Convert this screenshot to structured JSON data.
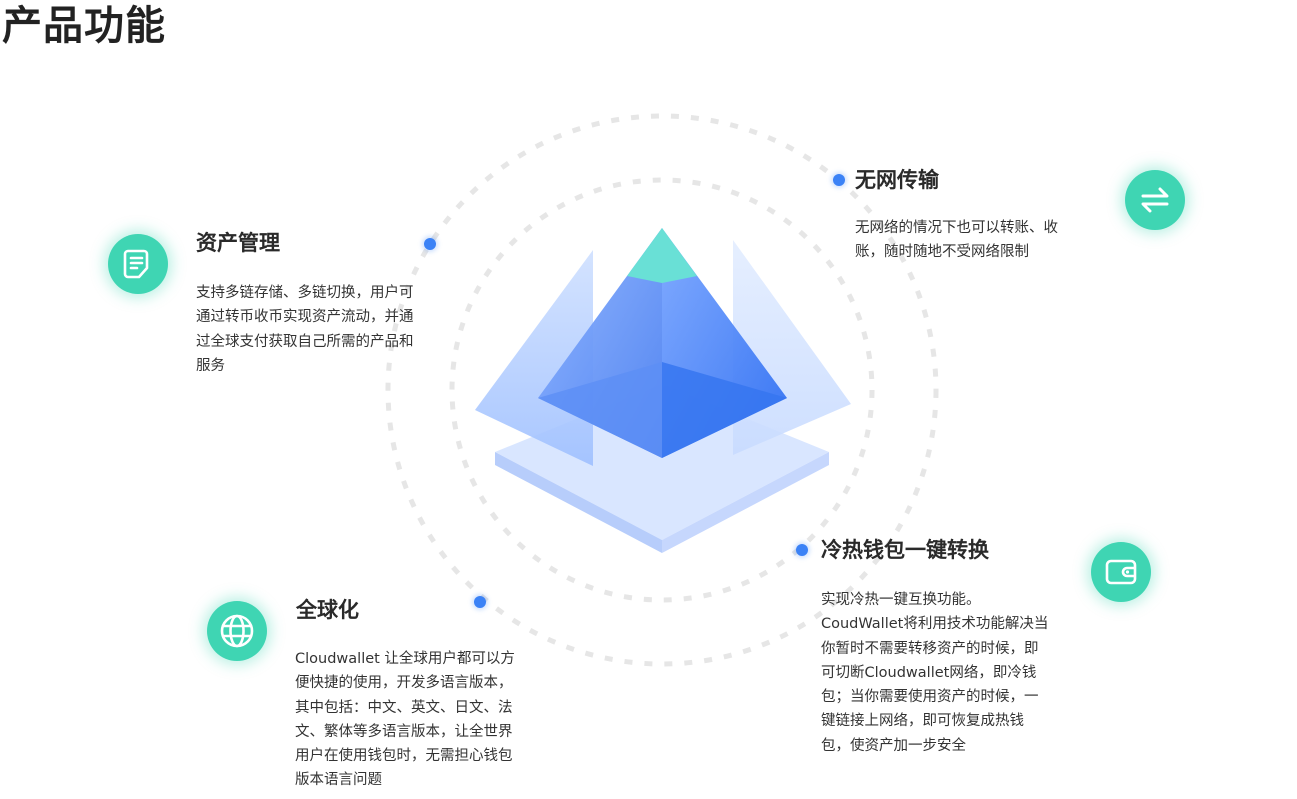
{
  "page": {
    "title": "产品功能"
  },
  "features": [
    {
      "title": "资产管理",
      "icon": "document-icon",
      "desc_lines": [
        "支持多链存储、多链切换，用户可",
        "通过转币收币实现资产流动，并通",
        "过全球支付获取自己所需的产品和",
        "服务"
      ]
    },
    {
      "title": "无网传输",
      "icon": "transfer-arrows-icon",
      "desc_lines": [
        "无网络的情况下也可以转账、收",
        "账，随时随地不受网络限制"
      ]
    },
    {
      "title": "全球化",
      "icon": "globe-icon",
      "desc_lines": [
        "Cloudwallet 让全球用户都可以方",
        "便快捷的使用，开发多语言版本，",
        "其中包括：中文、英文、日文、法",
        "文、繁体等多语言版本，让全世界",
        "用户在使用钱包时，无需担心钱包",
        "版本语言问题"
      ]
    },
    {
      "title": "冷热钱包一键转换",
      "icon": "wallet-icon",
      "desc_lines": [
        "实现冷热一键互换功能。",
        "CoudWallet将利用技术功能解决当",
        "你暂时不需要转移资产的时候，即",
        "可切断Cloudwallet网络，即冷钱",
        "包；当你需要使用资产的时候，一",
        "键链接上网络，即可恢复成热钱",
        "包，使资产加一步安全"
      ]
    }
  ],
  "colors": {
    "accent_green": "#3fd5b3",
    "dot_blue": "#3b82f6",
    "title_text": "#222222"
  }
}
